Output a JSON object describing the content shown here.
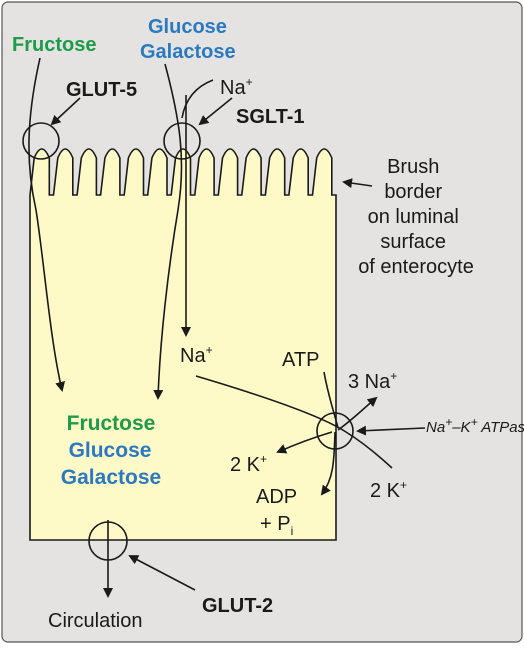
{
  "labels": {
    "fructose_top": "Fructose",
    "glucose_top": "Glucose",
    "galactose_top": "Galactose",
    "glut5": "GLUT-5",
    "na_top": "Na",
    "sglt1": "SGLT-1",
    "brush_border": [
      "Brush",
      "border",
      "on luminal",
      "surface",
      "of enterocyte"
    ],
    "na_inside": "Na",
    "atp": "ATP",
    "three_na": "3 Na",
    "pump": "Na",
    "pump_k": "–K",
    "pump_atpase": " ATPase",
    "fructose_in": "Fructose",
    "glucose_in": "Glucose",
    "galactose_in": "Galactose",
    "two_k_left": "2 K",
    "two_k_right": "2 K",
    "adp": "ADP",
    "pi_plus": "+ P",
    "pi_sub": "i",
    "circulation": "Circulation",
    "glut2": "GLUT-2",
    "plus": "+"
  },
  "colors": {
    "background": "#e4e3e1",
    "cell_fill": "#fdfac8",
    "fructose_green": "#1e9a4a",
    "glucose_blue": "#2b79c2"
  }
}
